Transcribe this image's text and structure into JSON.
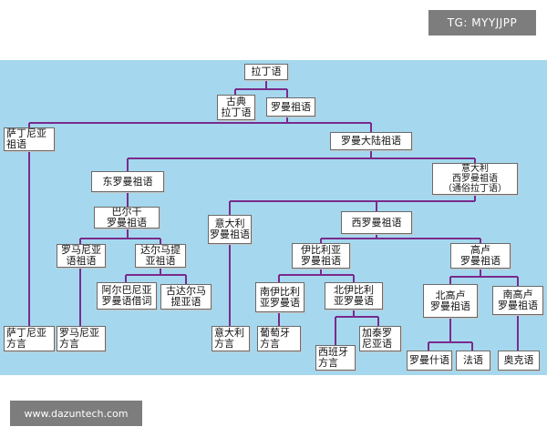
{
  "watermarks": {
    "top_right": "TG: MYYJJPP",
    "bottom_left": "www.dazuntech.com"
  },
  "colors": {
    "background": "#a5d8ee",
    "connector": "#7a2a8c",
    "node_fill": "#ffffff",
    "node_border": "#6a6a6a"
  },
  "tree": {
    "latin": "拉丁语",
    "classical_latin": "古典\n拉丁语",
    "proto_romance": "罗曼祖语",
    "proto_sardinian": "萨丁尼亚\n祖语",
    "continental_romance": "罗曼大陆祖语",
    "italo_western": "意大利\n西罗曼祖语\n（通俗拉丁语）",
    "eastern_romance": "东罗曼祖语",
    "proto_balkan": "巴尔干\n罗曼祖语",
    "proto_romanian": "罗马尼亚\n语祖语",
    "proto_dalmatian": "达尔马提\n亚祖语",
    "albanian_romance_loanwords": "阿尔巴尼亚\n罗曼语借词",
    "ancient_dalmatian": "古达尔马\n提亚语",
    "italo_dalmatian": "意大利\n罗曼祖语",
    "western_romance": "西罗曼祖语",
    "proto_ibero": "伊比利亚\n罗曼祖语",
    "proto_gallo": "高卢\n罗曼祖语",
    "south_ibero": "南伊比利\n亚罗曼语",
    "north_ibero": "北伊比利\n亚罗曼语",
    "north_gallo": "北高卢\n罗曼祖语",
    "south_gallo": "南高卢\n罗曼祖语",
    "sardinian_dialects": "萨丁尼亚\n方言",
    "romanian_dialects": "罗马尼亚\n方言",
    "italian_dialects": "意大利\n方言",
    "portuguese_dialects": "葡萄牙\n方言",
    "catalan_dialects": "加泰罗\n尼亚语",
    "spanish_dialects": "西班牙\n方言",
    "romansh": "罗曼什语",
    "french": "法语",
    "occitan": "奥克语"
  }
}
